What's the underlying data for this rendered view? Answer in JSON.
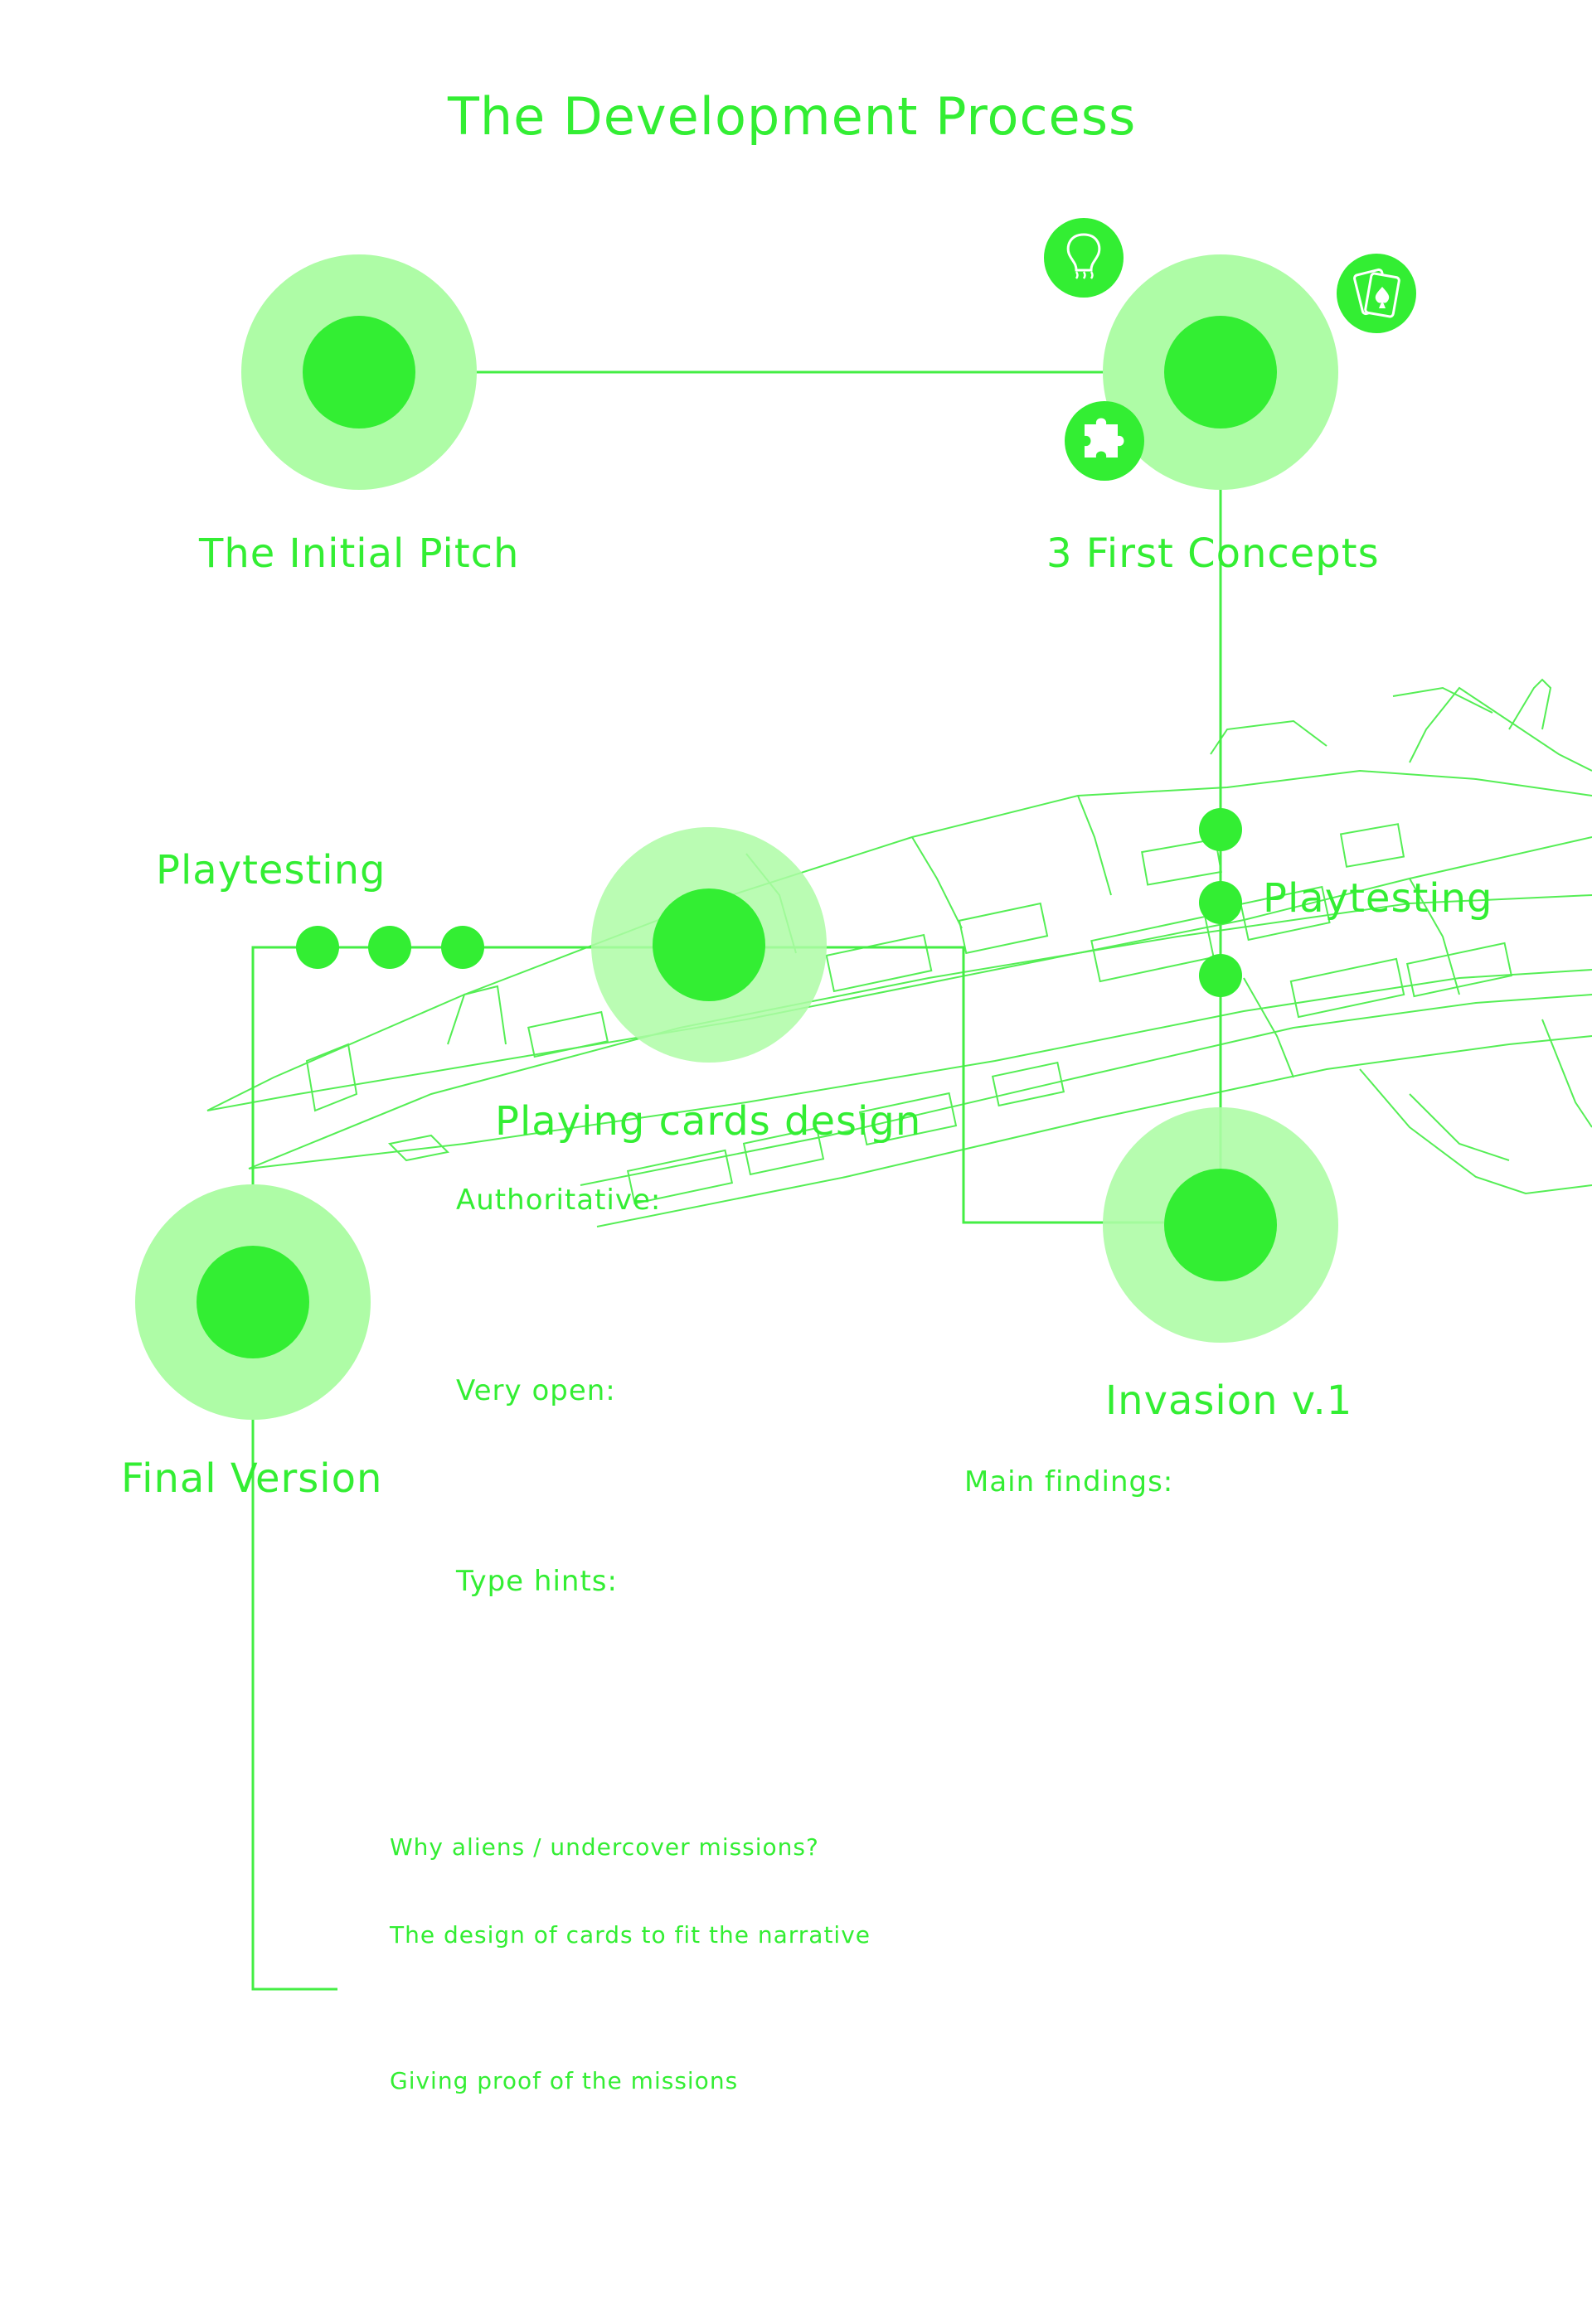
{
  "title": "The Development Process",
  "colors": {
    "primary": "#33ee33",
    "halo": "#aefca6",
    "line": "#44ee44",
    "sketch": "#55ee55",
    "background": "#ffffff"
  },
  "stages": {
    "initial_pitch": "The Initial Pitch",
    "first_concepts": "3 First Concepts",
    "invasion": "Invasion v.1",
    "card_design": "Playing cards design",
    "final": "Final Version"
  },
  "playtesting": {
    "left": "Playtesting",
    "right": "Playtesting"
  },
  "card_design_notes": [
    "Authoritative:",
    "Very open:",
    "Type hints:"
  ],
  "invasion_notes": {
    "findings": "Main findings:"
  },
  "final_notes": [
    "Why aliens / undercover missions?",
    "The design of cards to fit the narrative",
    "Giving proof of the missions"
  ],
  "concept_icons": [
    "lightbulb-icon",
    "playing-card-icon",
    "puzzle-piece-icon"
  ]
}
